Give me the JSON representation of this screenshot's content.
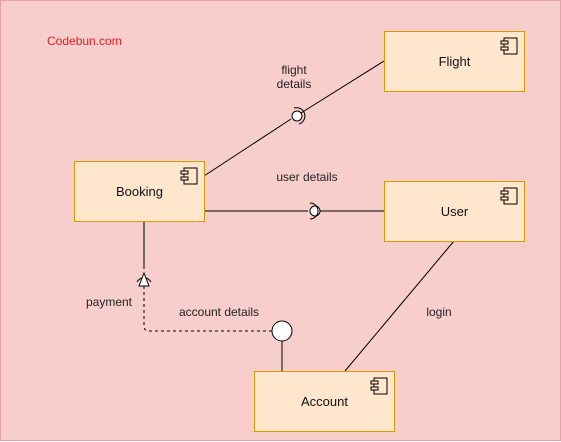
{
  "watermark": "Codebun.com",
  "components": {
    "flight": "Flight",
    "booking": "Booking",
    "user": "User",
    "account": "Account"
  },
  "interfaces": {
    "flight_details_line1": "flight",
    "flight_details_line2": "details",
    "user_details": "user details",
    "payment": "payment",
    "account_details": "account details",
    "login": "login"
  },
  "icons": [
    "component-icon"
  ],
  "colors": {
    "background": "#F8CECC",
    "component_fill": "#FFE6CC",
    "component_border": "#D79B00",
    "watermark": "#E01E1E"
  }
}
